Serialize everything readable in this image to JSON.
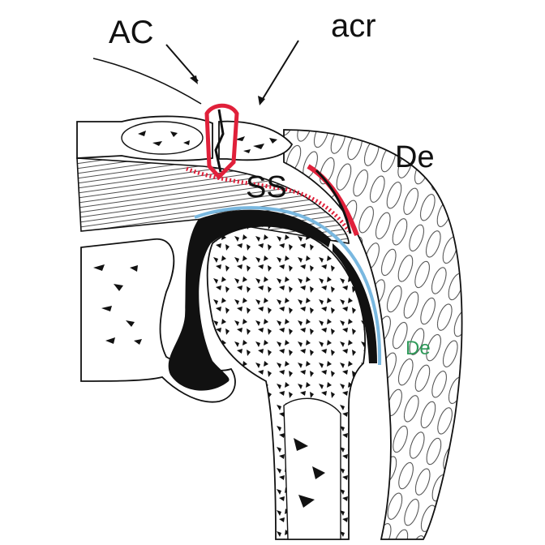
{
  "diagram": {
    "labels": {
      "ac": "AC",
      "acr": "acr",
      "de": "De",
      "ss": "SS",
      "de_inner": "De"
    },
    "colors": {
      "ink": "#111111",
      "highlight_red": "#e0203a",
      "highlight_blue": "#79b8e0",
      "inner_label_green": "#2f9a5a"
    }
  }
}
